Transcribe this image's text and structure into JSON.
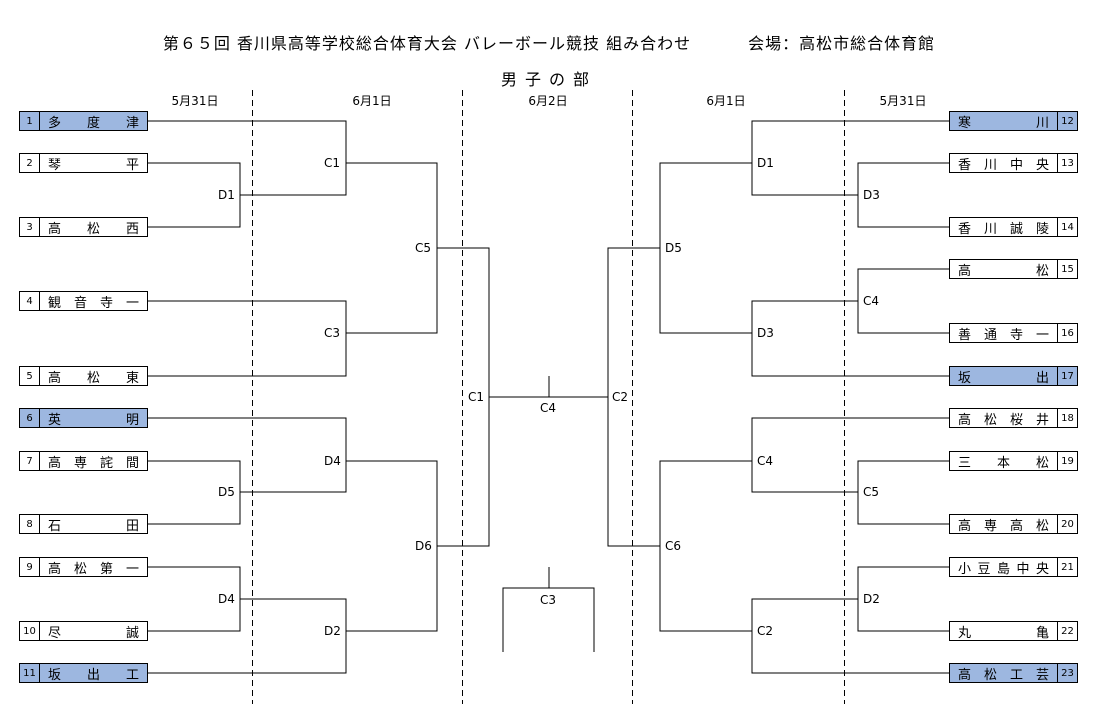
{
  "title": "第６５回 香川県高等学校総合体育大会 バレーボール競技 組み合わせ　　　 会場：高松市総合体育館",
  "subtitle": "男子の部",
  "days": [
    "5月31日",
    "6月1日",
    "6月2日",
    "6月1日",
    "5月31日"
  ],
  "left_teams": [
    {
      "num": "1",
      "name": "多度津",
      "seed": true
    },
    {
      "num": "2",
      "name": "琴平",
      "seed": false
    },
    {
      "num": "3",
      "name": "高松西",
      "seed": false
    },
    {
      "num": "4",
      "name": "観音寺一",
      "seed": false
    },
    {
      "num": "5",
      "name": "高松東",
      "seed": false
    },
    {
      "num": "6",
      "name": "英明",
      "seed": true
    },
    {
      "num": "7",
      "name": "高専詫間",
      "seed": false
    },
    {
      "num": "8",
      "name": "石田",
      "seed": false
    },
    {
      "num": "9",
      "name": "高松第一",
      "seed": false
    },
    {
      "num": "10",
      "name": "尽誠",
      "seed": false
    },
    {
      "num": "11",
      "name": "坂出工",
      "seed": true
    }
  ],
  "right_teams": [
    {
      "num": "12",
      "name": "寒川",
      "seed": true
    },
    {
      "num": "13",
      "name": "香川中央",
      "seed": false
    },
    {
      "num": "14",
      "name": "香川誠陵",
      "seed": false
    },
    {
      "num": "15",
      "name": "高松",
      "seed": false
    },
    {
      "num": "16",
      "name": "善通寺一",
      "seed": false
    },
    {
      "num": "17",
      "name": "坂出",
      "seed": true
    },
    {
      "num": "18",
      "name": "高松桜井",
      "seed": false
    },
    {
      "num": "19",
      "name": "三本松",
      "seed": false
    },
    {
      "num": "20",
      "name": "高専高松",
      "seed": false
    },
    {
      "num": "21",
      "name": "小豆島中央",
      "seed": false
    },
    {
      "num": "22",
      "name": "丸亀",
      "seed": false
    },
    {
      "num": "23",
      "name": "高松工芸",
      "seed": true
    }
  ],
  "match_labels": {
    "l_d1": "D1",
    "l_c1": "C1",
    "l_c3": "C3",
    "l_c5": "C5",
    "l_d5": "D5",
    "l_d4a": "D4",
    "l_d4b": "D4",
    "l_d2": "D2",
    "l_d6": "D6",
    "c_c1": "C1",
    "c_c4": "C4",
    "c_c2": "C2",
    "c_c3": "C3",
    "r_d1": "D1",
    "r_d3a": "D3",
    "r_d5": "D5",
    "r_c4a": "C4",
    "r_d3b": "D3",
    "r_c4b": "C4",
    "r_c5": "C5",
    "r_c6": "C6",
    "r_d2": "D2",
    "r_c2": "C2"
  }
}
